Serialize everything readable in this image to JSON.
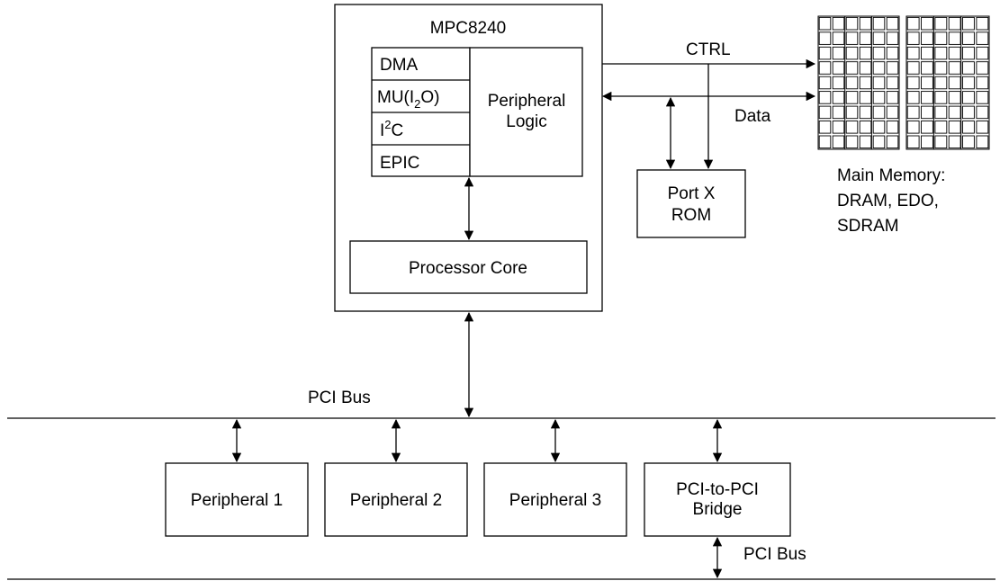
{
  "processor": {
    "title": "MPC8240",
    "units": [
      {
        "label": "DMA"
      },
      {
        "label": "MU(I",
        "sub": "2",
        "suffix": "O)"
      },
      {
        "label": "I",
        "sup": "2",
        "suffix": "C"
      },
      {
        "label": "EPIC"
      }
    ],
    "peripheral_logic": [
      "Peripheral",
      "Logic"
    ],
    "core": "Processor Core"
  },
  "signals": {
    "ctrl": "CTRL",
    "data": "Data"
  },
  "port_x": [
    "Port X",
    "ROM"
  ],
  "memory": [
    "Main Memory:",
    "DRAM, EDO,",
    "SDRAM"
  ],
  "pci_bus_primary": "PCI Bus",
  "pci_bus_secondary": "PCI Bus",
  "peripherals": [
    {
      "lines": [
        "Peripheral 1"
      ]
    },
    {
      "lines": [
        "Peripheral 2"
      ]
    },
    {
      "lines": [
        "Peripheral 3"
      ]
    },
    {
      "lines": [
        "PCI-to-PCI",
        "Bridge"
      ]
    }
  ]
}
